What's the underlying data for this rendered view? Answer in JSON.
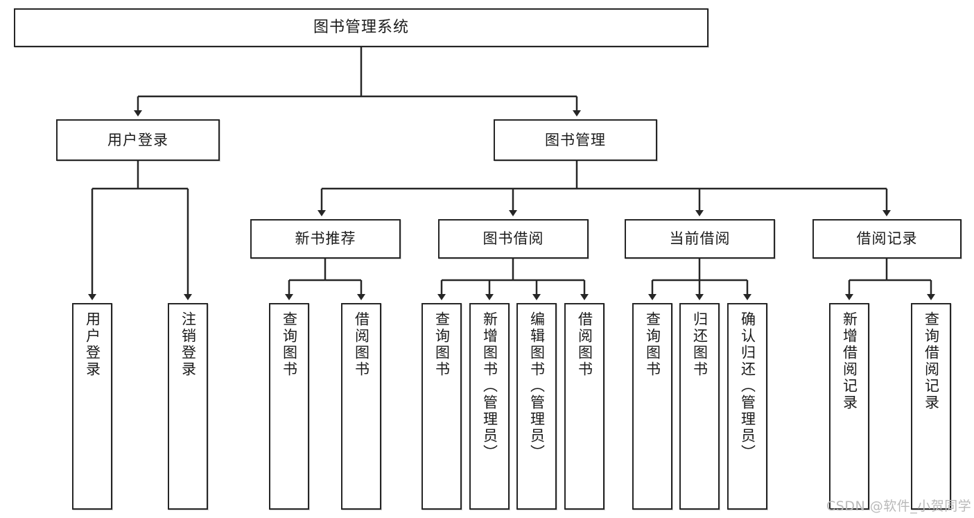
{
  "diagram": {
    "type": "tree-hierarchy-chart",
    "title": "图书管理系统",
    "watermark": "CSDN @软件_小贺同学",
    "colors": {
      "stroke": "#262626",
      "box_fill": "#ffffff",
      "text": "#1a1a1a",
      "background": "#ffffff",
      "watermark": "#b9b9b9"
    },
    "nodes": {
      "root": {
        "label": "图书管理系统"
      },
      "level2": [
        {
          "id": "user-login",
          "label": "用户登录"
        },
        {
          "id": "book-manage",
          "label": "图书管理"
        }
      ],
      "level3": [
        {
          "id": "new-book-recommend",
          "label": "新书推荐"
        },
        {
          "id": "book-borrow",
          "label": "图书借阅"
        },
        {
          "id": "current-borrow",
          "label": "当前借阅"
        },
        {
          "id": "borrow-record",
          "label": "借阅记录"
        }
      ],
      "leaves": {
        "user-login": [
          {
            "id": "leaf-user-login",
            "label": "用户登录"
          },
          {
            "id": "leaf-logout",
            "label": "注销登录"
          }
        ],
        "new-book-recommend": [
          {
            "id": "leaf-query-book-1",
            "label": "查询图书"
          },
          {
            "id": "leaf-borrow-book-1",
            "label": "借阅图书"
          }
        ],
        "book-borrow": [
          {
            "id": "leaf-query-book-2",
            "label": "查询图书"
          },
          {
            "id": "leaf-add-book",
            "label": "新增图书（管理员）"
          },
          {
            "id": "leaf-edit-book",
            "label": "编辑图书（管理员）"
          },
          {
            "id": "leaf-borrow-book-2",
            "label": "借阅图书"
          }
        ],
        "current-borrow": [
          {
            "id": "leaf-query-book-3",
            "label": "查询图书"
          },
          {
            "id": "leaf-return-book",
            "label": "归还图书"
          },
          {
            "id": "leaf-confirm-return",
            "label": "确认归还（管理员）"
          }
        ],
        "borrow-record": [
          {
            "id": "leaf-add-record",
            "label": "新增借阅记录"
          },
          {
            "id": "leaf-query-record",
            "label": "查询借阅记录"
          }
        ]
      }
    }
  }
}
